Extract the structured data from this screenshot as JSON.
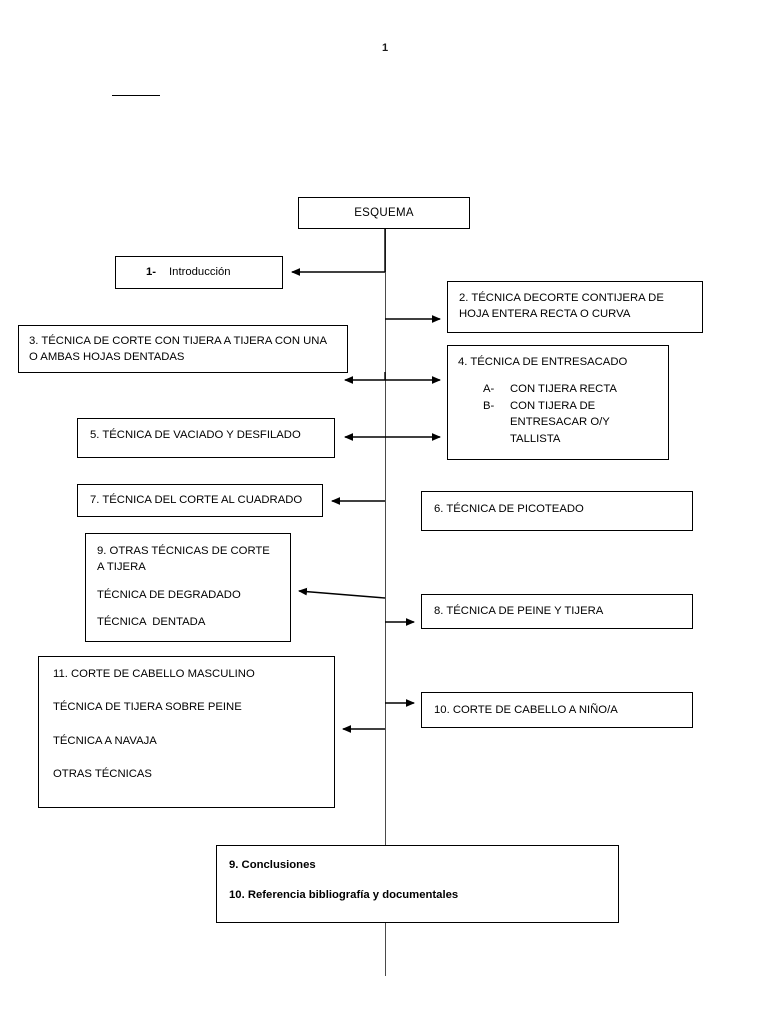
{
  "document": {
    "page_number": "1",
    "title_box": "ESQUEMA"
  },
  "nodes": {
    "intro": {
      "number": "1-",
      "label": "Introducción"
    },
    "n2": {
      "lines": [
        "2. TÉCNICA DECORTE CONTIJERA DE",
        "HOJA ENTERA RECTA O CURVA"
      ]
    },
    "n3": {
      "lines": [
        "3. TÉCNICA DE CORTE CON TIJERA A TIJERA CON UNA",
        "O AMBAS HOJAS DENTADAS"
      ]
    },
    "n4": {
      "title": "4. TÉCNICA DE ENTRESACADO",
      "items": [
        {
          "tag": "A-",
          "text": "CON TIJERA RECTA",
          "cont": []
        },
        {
          "tag": "B-",
          "text": "CON TIJERA DE",
          "cont": [
            "ENTRESACAR O/Y",
            "TALLISTA"
          ]
        }
      ]
    },
    "n5": {
      "label": "5. TÉCNICA DE VACIADO Y DESFILADO"
    },
    "n6": {
      "label": "6. TÉCNICA DE PICOTEADO"
    },
    "n7": {
      "label": "7. TÉCNICA DEL CORTE AL CUADRADO"
    },
    "n8": {
      "label": "8. TÉCNICA DE PEINE Y TIJERA"
    },
    "n9": {
      "lines": [
        "9. OTRAS TÉCNICAS DE CORTE",
        "A TIJERA",
        "TÉCNICA DE DEGRADADO",
        "TÉCNICA  DENTADA"
      ]
    },
    "n10": {
      "label": "10. CORTE DE CABELLO A NIÑO/A"
    },
    "n11": {
      "lines": [
        "11. CORTE DE CABELLO MASCULINO",
        "TÉCNICA DE TIJERA SOBRE PEINE",
        "TÉCNICA A NAVAJA",
        "OTRAS TÉCNICAS"
      ]
    },
    "bottom": {
      "lines": [
        "9. Conclusiones",
        "10. Referencia bibliografía y documentales"
      ]
    }
  },
  "style": {
    "line_color": "#000000",
    "spine_color": "#4a4a4a",
    "background": "#ffffff"
  }
}
